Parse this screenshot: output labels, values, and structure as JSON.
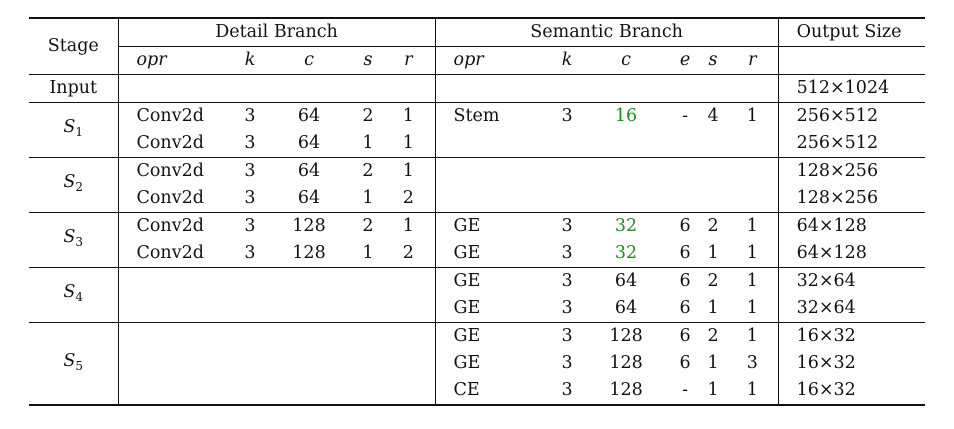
{
  "header": {
    "stage": "Stage",
    "detail_branch": "Detail Branch",
    "semantic_branch": "Semantic Branch",
    "output_size": "Output Size",
    "detail_cols": [
      "opr",
      "k",
      "c",
      "s",
      "r"
    ],
    "semantic_cols": [
      "opr",
      "k",
      "c",
      "e",
      "s",
      "r"
    ]
  },
  "input_row": {
    "stage": "Input",
    "output": "512×1024"
  },
  "stages": [
    {
      "label": "S",
      "sub": "1",
      "rows": [
        {
          "d": [
            "Conv2d",
            "3",
            "64",
            "2",
            "1"
          ],
          "s": [
            "Stem",
            "3",
            "16",
            "-",
            "4",
            "1"
          ],
          "s_green": [
            false,
            false,
            true,
            false,
            false,
            false
          ],
          "out": "256×512"
        },
        {
          "d": [
            "Conv2d",
            "3",
            "64",
            "1",
            "1"
          ],
          "s": [
            "",
            "",
            "",
            "",
            "",
            ""
          ],
          "s_green": [
            false,
            false,
            false,
            false,
            false,
            false
          ],
          "out": "256×512"
        }
      ]
    },
    {
      "label": "S",
      "sub": "2",
      "rows": [
        {
          "d": [
            "Conv2d",
            "3",
            "64",
            "2",
            "1"
          ],
          "s": [
            "",
            "",
            "",
            "",
            "",
            ""
          ],
          "s_green": [
            false,
            false,
            false,
            false,
            false,
            false
          ],
          "out": "128×256"
        },
        {
          "d": [
            "Conv2d",
            "3",
            "64",
            "1",
            "2"
          ],
          "s": [
            "",
            "",
            "",
            "",
            "",
            ""
          ],
          "s_green": [
            false,
            false,
            false,
            false,
            false,
            false
          ],
          "out": "128×256"
        }
      ]
    },
    {
      "label": "S",
      "sub": "3",
      "rows": [
        {
          "d": [
            "Conv2d",
            "3",
            "128",
            "2",
            "1"
          ],
          "s": [
            "GE",
            "3",
            "32",
            "6",
            "2",
            "1"
          ],
          "s_green": [
            false,
            false,
            true,
            false,
            false,
            false
          ],
          "out": "64×128"
        },
        {
          "d": [
            "Conv2d",
            "3",
            "128",
            "1",
            "2"
          ],
          "s": [
            "GE",
            "3",
            "32",
            "6",
            "1",
            "1"
          ],
          "s_green": [
            false,
            false,
            true,
            false,
            false,
            false
          ],
          "out": "64×128"
        }
      ]
    },
    {
      "label": "S",
      "sub": "4",
      "rows": [
        {
          "d": [
            "",
            "",
            "",
            "",
            ""
          ],
          "s": [
            "GE",
            "3",
            "64",
            "6",
            "2",
            "1"
          ],
          "s_green": [
            false,
            false,
            false,
            false,
            false,
            false
          ],
          "out": "32×64"
        },
        {
          "d": [
            "",
            "",
            "",
            "",
            ""
          ],
          "s": [
            "GE",
            "3",
            "64",
            "6",
            "1",
            "1"
          ],
          "s_green": [
            false,
            false,
            false,
            false,
            false,
            false
          ],
          "out": "32×64"
        }
      ]
    },
    {
      "label": "S",
      "sub": "5",
      "rows": [
        {
          "d": [
            "",
            "",
            "",
            "",
            ""
          ],
          "s": [
            "GE",
            "3",
            "128",
            "6",
            "2",
            "1"
          ],
          "s_green": [
            false,
            false,
            false,
            false,
            false,
            false
          ],
          "out": "16×32"
        },
        {
          "d": [
            "",
            "",
            "",
            "",
            ""
          ],
          "s": [
            "GE",
            "3",
            "128",
            "6",
            "1",
            "3"
          ],
          "s_green": [
            false,
            false,
            false,
            false,
            false,
            false
          ],
          "out": "16×32"
        },
        {
          "d": [
            "",
            "",
            "",
            "",
            ""
          ],
          "s": [
            "CE",
            "3",
            "128",
            "-",
            "1",
            "1"
          ],
          "s_green": [
            false,
            false,
            false,
            false,
            false,
            false
          ],
          "out": "16×32"
        }
      ]
    }
  ],
  "colors": {
    "highlight": "#1f8a1f",
    "rule": "#111111"
  }
}
